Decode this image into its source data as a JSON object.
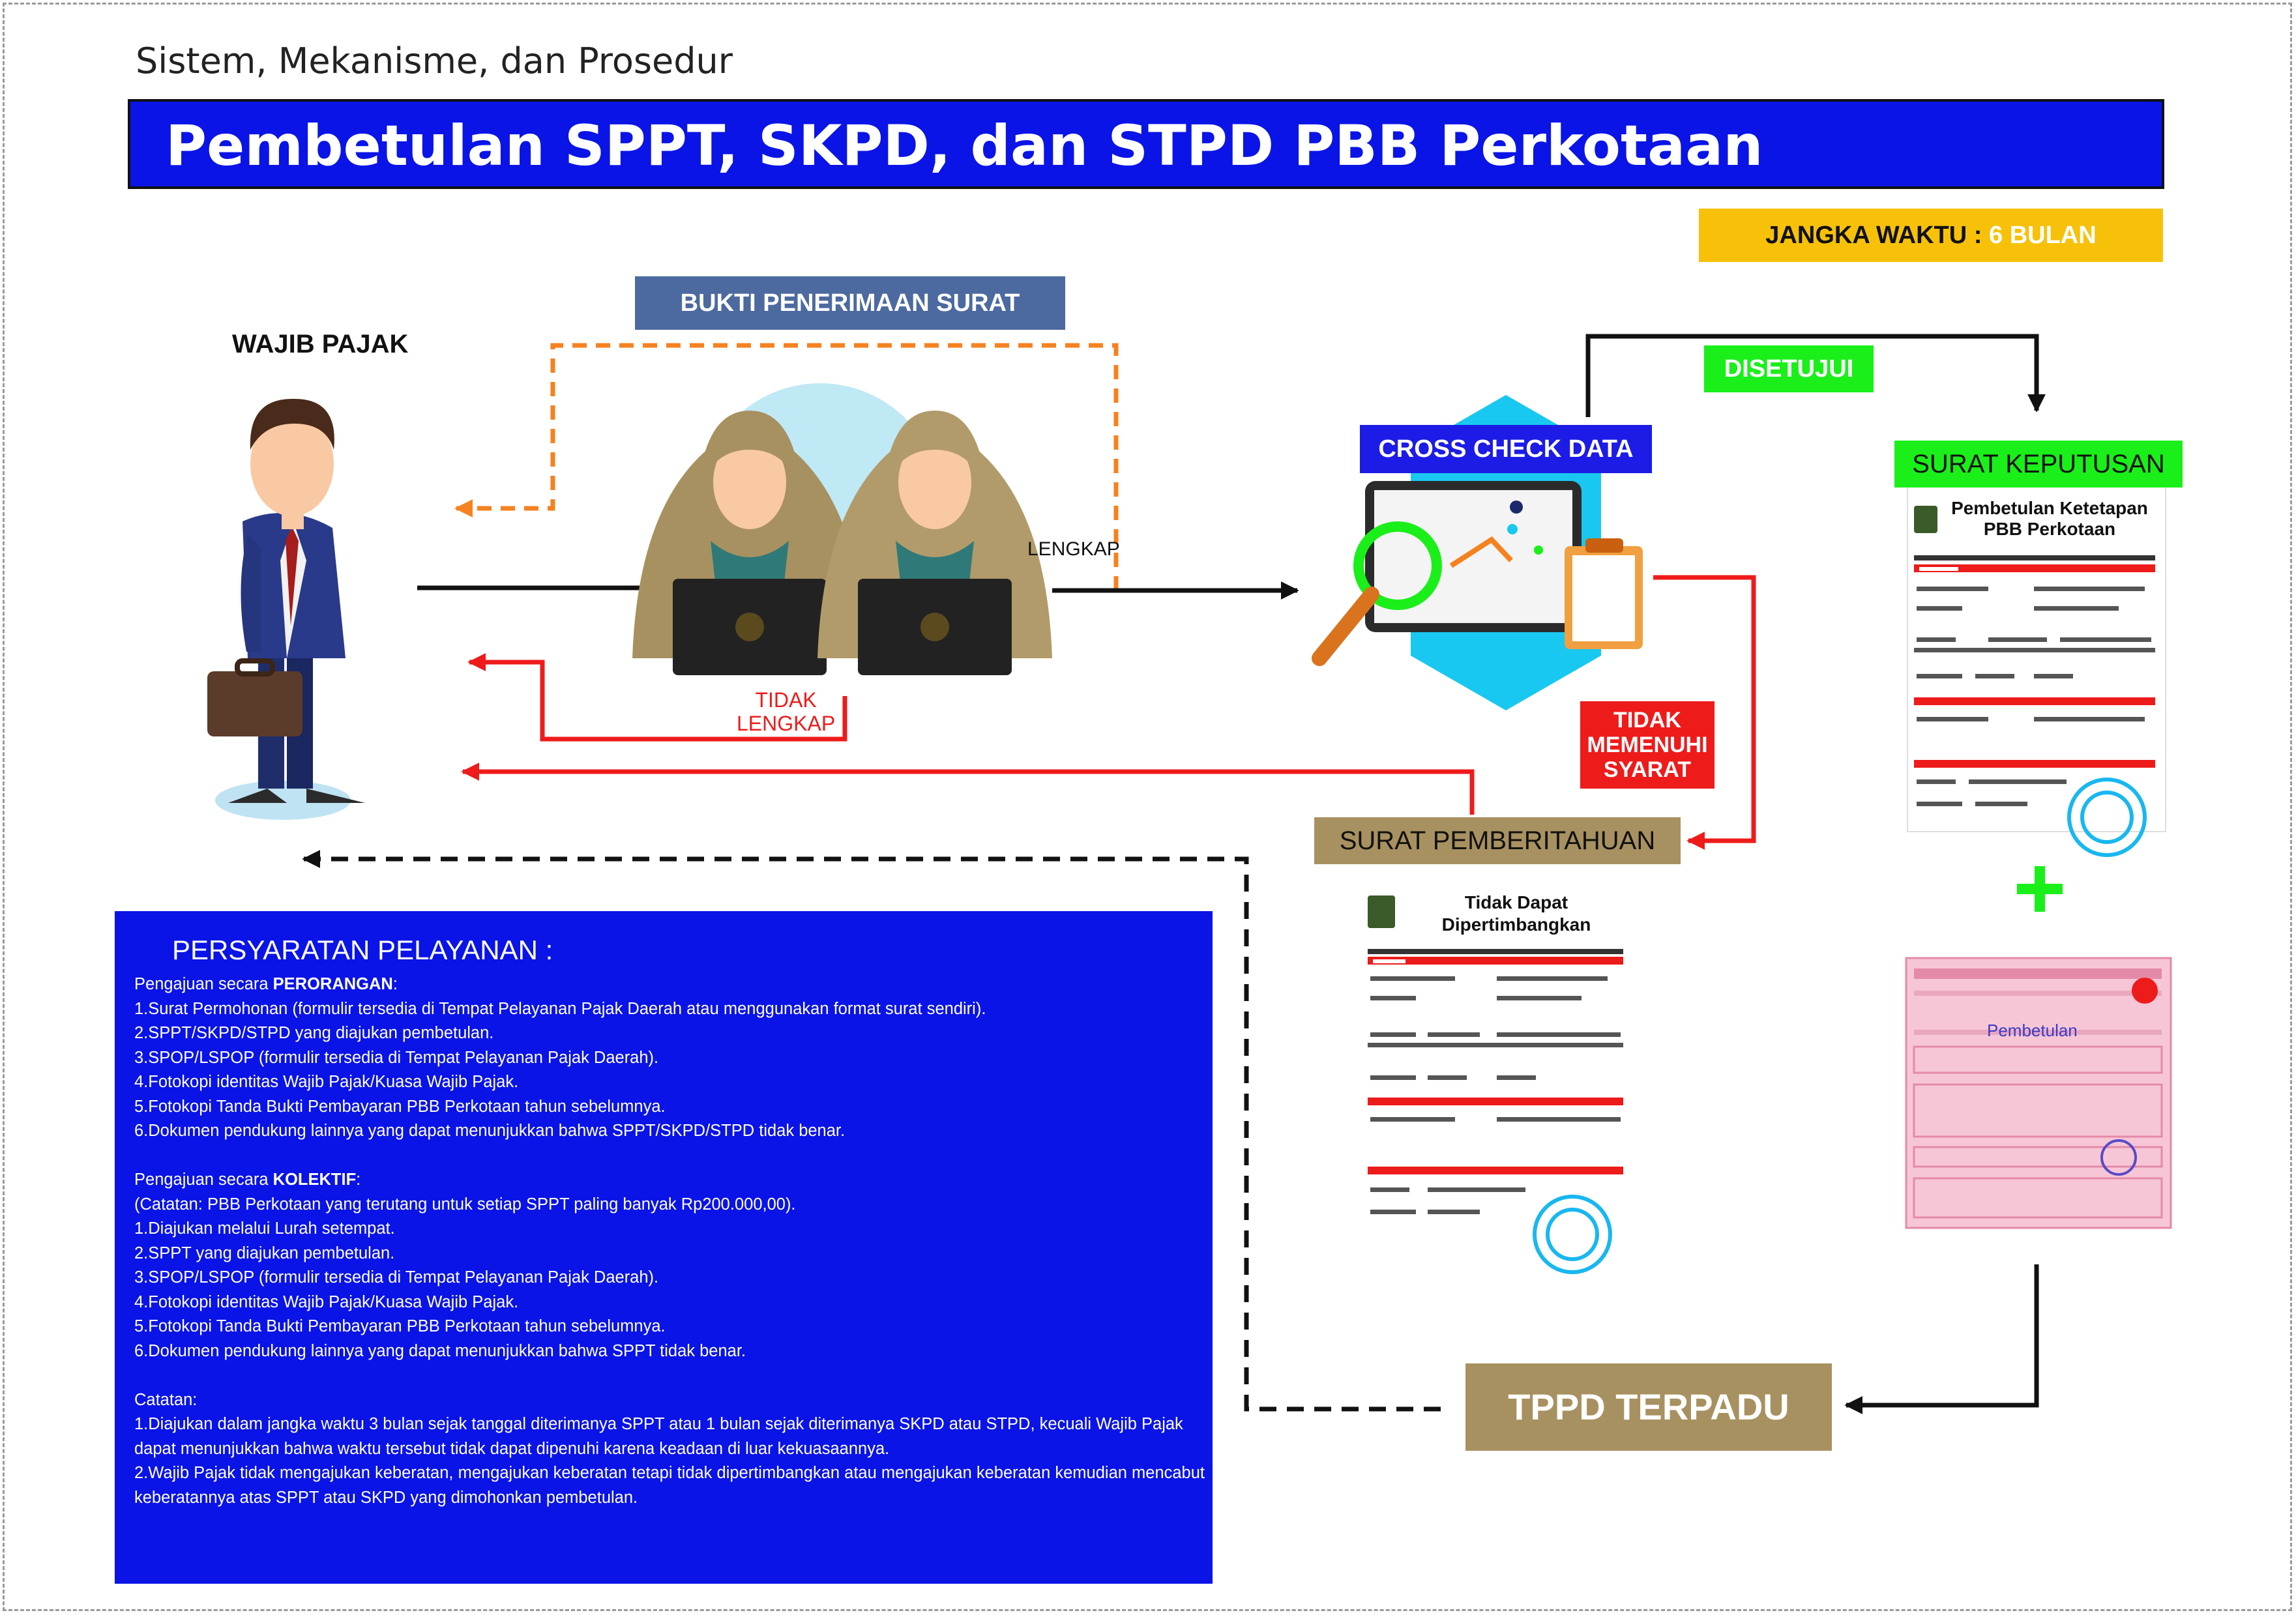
{
  "header": {
    "subtitle": "Sistem, Mekanisme, dan Prosedur",
    "title": "Pembetulan SPPT, SKPD, dan STPD PBB Perkotaan"
  },
  "jangka_waktu": {
    "label": "JANGKA WAKTU",
    "sep": " :  ",
    "value": "6 BULAN"
  },
  "flow": {
    "wajib_pajak": "WAJIB PAJAK",
    "bukti": "BUKTI PENERIMAAN SURAT",
    "lengkap": "LENGKAP",
    "tidak_lengkap_1": "TIDAK",
    "tidak_lengkap_2": "LENGKAP",
    "cross_check": "CROSS CHECK DATA",
    "disetujui": "DISETUJUI",
    "surat_keputusan": "SURAT KEPUTUSAN",
    "tidak_memenuhi_1": "TIDAK",
    "tidak_memenuhi_2": "MEMENUHI",
    "tidak_memenuhi_3": "SYARAT",
    "surat_pemberitahuan": "SURAT PEMBERITAHUAN",
    "tppd": "TPPD TERPADU"
  },
  "documents": {
    "keputusan_title_1": "Pembetulan Ketetapan",
    "keputusan_title_2": "PBB Perkotaan",
    "pemberitahuan_title_1": "Tidak Dapat",
    "pemberitahuan_title_2": "Dipertimbangkan",
    "sppt_stamp": "Pembetulan"
  },
  "colors": {
    "blue": "#0a14e6",
    "green": "#1aef1a",
    "red": "#ee1b1b",
    "gold": "#a89160",
    "yellow": "#f7c10a",
    "orange": "#f58220"
  },
  "requirements": {
    "title": "PERSYARATAN PELAYANAN :",
    "perorangan_prefix": "Pengajuan secara ",
    "perorangan_bold": "PERORANGAN",
    "perorangan_suffix": ":",
    "perorangan": [
      "1.Surat Permohonan (formulir tersedia di Tempat Pelayanan Pajak Daerah atau menggunakan format surat sendiri).",
      "2.SPPT/SKPD/STPD yang diajukan pembetulan.",
      "3.SPOP/LSPOP (formulir tersedia di Tempat Pelayanan Pajak Daerah).",
      "4.Fotokopi identitas Wajib Pajak/Kuasa Wajib Pajak.",
      "5.Fotokopi Tanda Bukti Pembayaran PBB Perkotaan tahun sebelumnya.",
      "6.Dokumen pendukung lainnya yang dapat menunjukkan bahwa SPPT/SKPD/STPD tidak benar."
    ],
    "kolektif_prefix": "Pengajuan secara ",
    "kolektif_bold": "KOLEKTIF",
    "kolektif_suffix": ":",
    "kolektif_note": "(Catatan: PBB Perkotaan yang terutang untuk setiap SPPT paling banyak Rp200.000,00).",
    "kolektif": [
      "1.Diajukan melalui Lurah setempat.",
      "2.SPPT yang diajukan pembetulan.",
      "3.SPOP/LSPOP (formulir tersedia di Tempat Pelayanan Pajak Daerah).",
      "4.Fotokopi identitas Wajib Pajak/Kuasa Wajib Pajak.",
      "5.Fotokopi Tanda Bukti Pembayaran PBB Perkotaan tahun sebelumnya.",
      "6.Dokumen pendukung lainnya yang dapat menunjukkan bahwa SPPT tidak benar."
    ],
    "catatan_label": "Catatan:",
    "catatan": [
      "1.Diajukan dalam jangka waktu 3 bulan sejak tanggal diterimanya SPPT atau 1 bulan sejak diterimanya SKPD atau STPD, kecuali Wajib Pajak",
      "dapat menunjukkan bahwa waktu tersebut tidak dapat dipenuhi karena keadaan di luar kekuasaannya.",
      "2.Wajib Pajak tidak mengajukan keberatan, mengajukan keberatan tetapi tidak dipertimbangkan atau mengajukan keberatan kemudian mencabut",
      "keberatannya atas SPPT atau SKPD yang dimohonkan pembetulan."
    ]
  }
}
